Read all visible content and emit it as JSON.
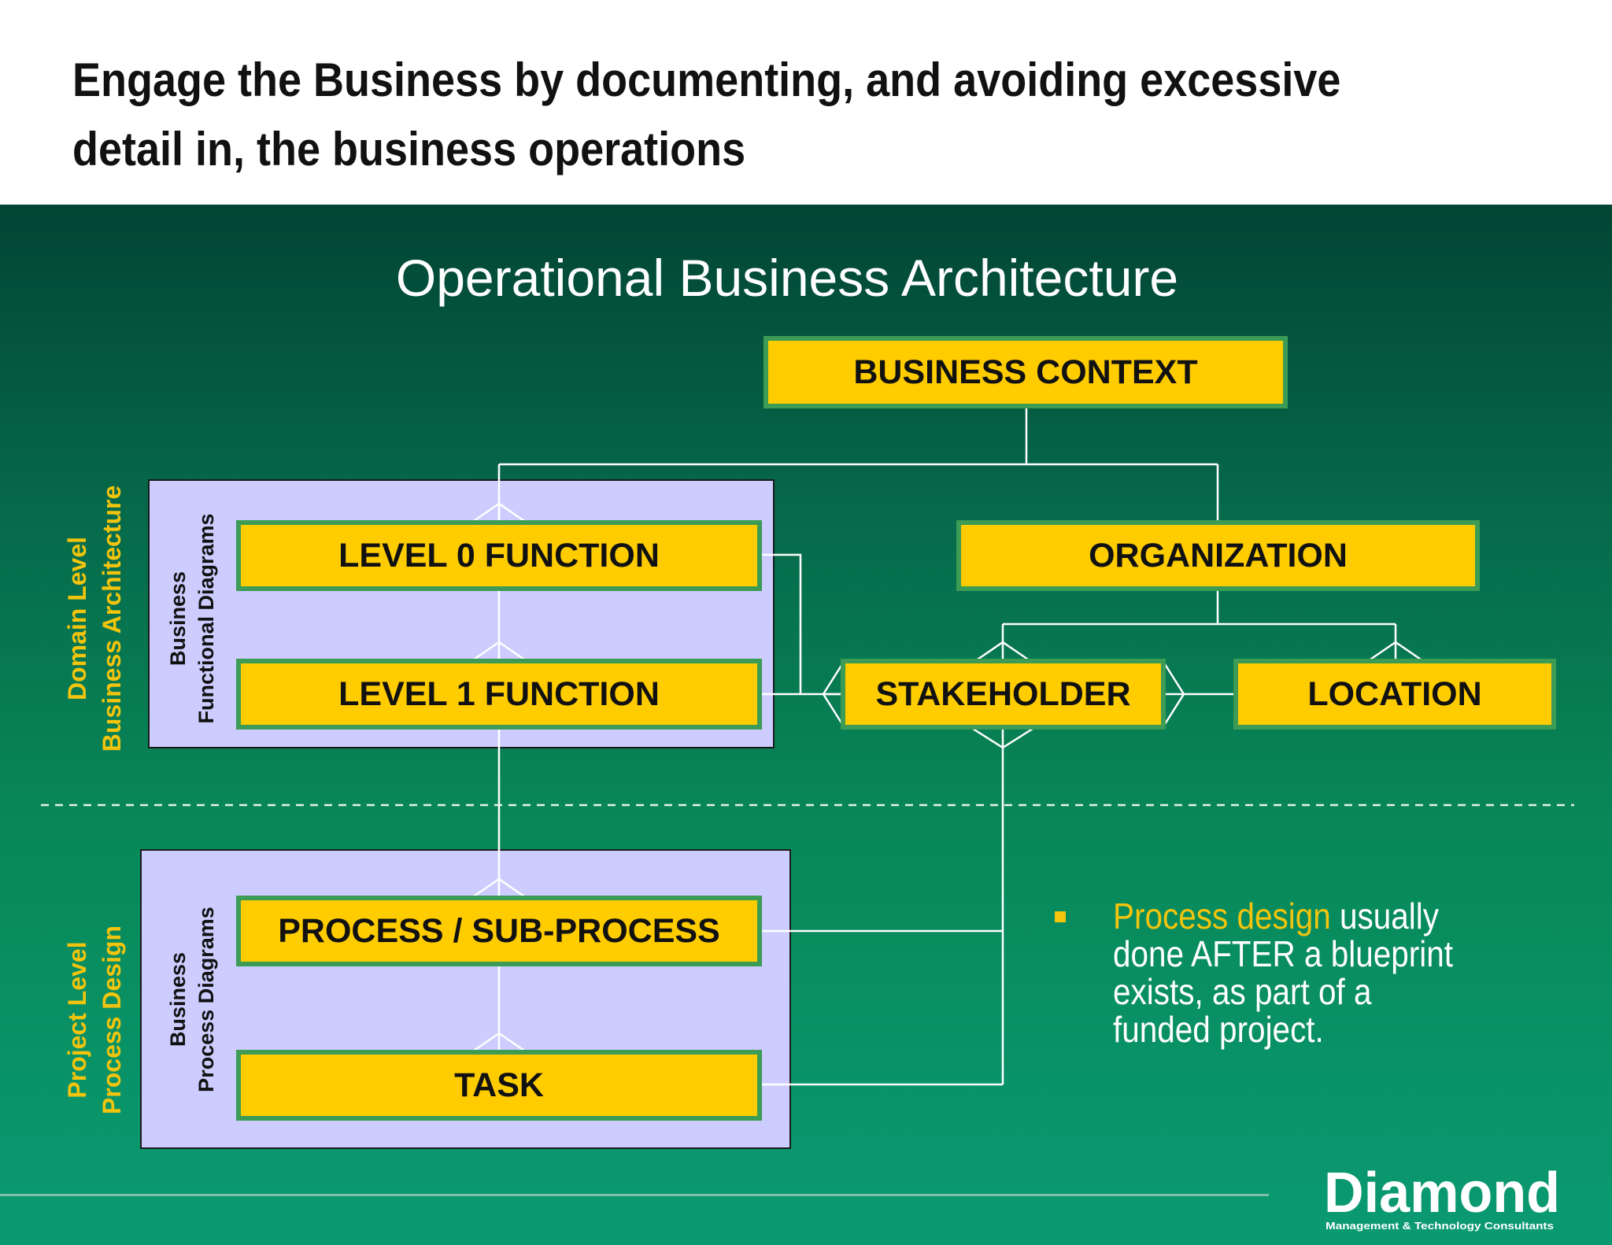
{
  "headline": "Engage the Business by documenting, and avoiding excessive detail in, the business operations",
  "diagram_title": "Operational Business Architecture",
  "side_labels": {
    "domain": [
      "Domain Level",
      "Business Architecture"
    ],
    "project": [
      "Project Level",
      "Process Design"
    ]
  },
  "diagram_labels": {
    "functional": [
      "Business",
      "Functional Diagrams"
    ],
    "process": [
      "Business",
      "Process  Diagrams"
    ]
  },
  "boxes": {
    "business_context": "BUSINESS CONTEXT",
    "level0": "LEVEL 0 FUNCTION",
    "level1": "LEVEL 1 FUNCTION",
    "organization": "ORGANIZATION",
    "stakeholder": "STAKEHOLDER",
    "location": "LOCATION",
    "process": "PROCESS / SUB-PROCESS",
    "task": "TASK"
  },
  "note": {
    "highlight": "Process design",
    "rest": " usually done AFTER a blueprint exists, as part of a funded project."
  },
  "logo": {
    "name": "Diamond",
    "tagline": "Management & Technology Consultants"
  },
  "colors": {
    "box_fill": "#ffcc00",
    "box_border": "#3c9b55",
    "layer_fill": "#ccccff",
    "label_yellow": "#f2c40d",
    "panel_dark": "#024534",
    "panel_light": "#0a9a72"
  }
}
